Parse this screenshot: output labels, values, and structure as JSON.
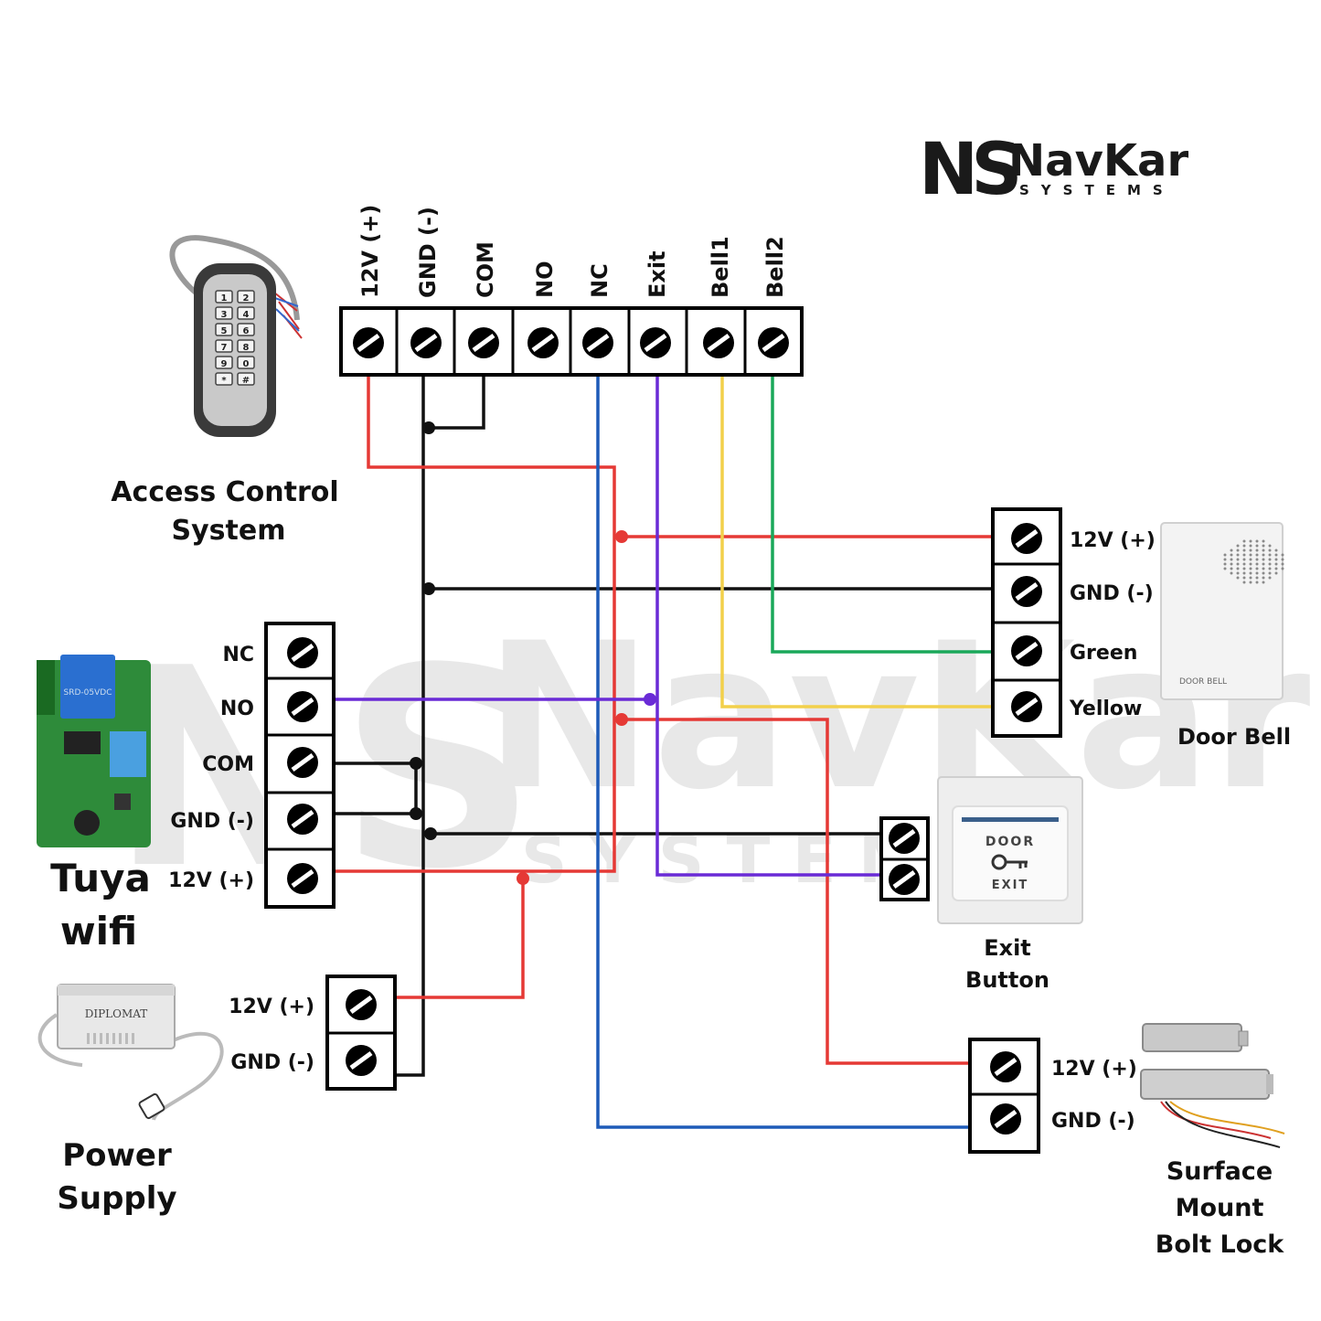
{
  "brand": {
    "monogram": "NS",
    "name": "NavKar",
    "tagline": "SYSTEMS"
  },
  "watermark": {
    "name": "NavKar",
    "tagline": "S Y S T E M S"
  },
  "controller": {
    "terminals": [
      "12V (+)",
      "GND (-)",
      "COM",
      "NO",
      "NC",
      "Exit",
      "Bell1",
      "Bell2"
    ]
  },
  "access_control": {
    "label_line1": "Access Control",
    "label_line2": "System",
    "keypad_keys": [
      "1",
      "2",
      "3",
      "4",
      "5",
      "6",
      "7",
      "8",
      "9",
      "0",
      "*",
      "#"
    ]
  },
  "relay": {
    "terminals": [
      "NC",
      "NO",
      "COM",
      "GND (-)",
      "12V (+)"
    ],
    "label_line1": "Tuya",
    "label_line2": "wifi"
  },
  "power_supply": {
    "terminals": [
      "12V (+)",
      "GND (-)"
    ],
    "label_line1": "Power",
    "label_line2": "Supply",
    "brand_text": "DIPLOMAT"
  },
  "door_bell": {
    "terminals": [
      "12V (+)",
      "GND (-)",
      "Green",
      "Yellow"
    ],
    "label": "Door Bell",
    "device_text": "DOOR BELL"
  },
  "exit_button": {
    "label_line1": "Exit",
    "label_line2": "Button",
    "text_top": "DOOR",
    "text_bottom": "EXIT"
  },
  "bolt_lock": {
    "terminals": [
      "12V (+)",
      "GND (-)"
    ],
    "label_line1": "Surface",
    "label_line2": "Mount",
    "label_line3": "Bolt Lock"
  },
  "wire_colors": {
    "positive": "#e53935",
    "ground": "#111111",
    "nc": "#1e5bb8",
    "exit": "#6a2bd6",
    "bell1": "#f2d04b",
    "bell2": "#1aa85a"
  }
}
